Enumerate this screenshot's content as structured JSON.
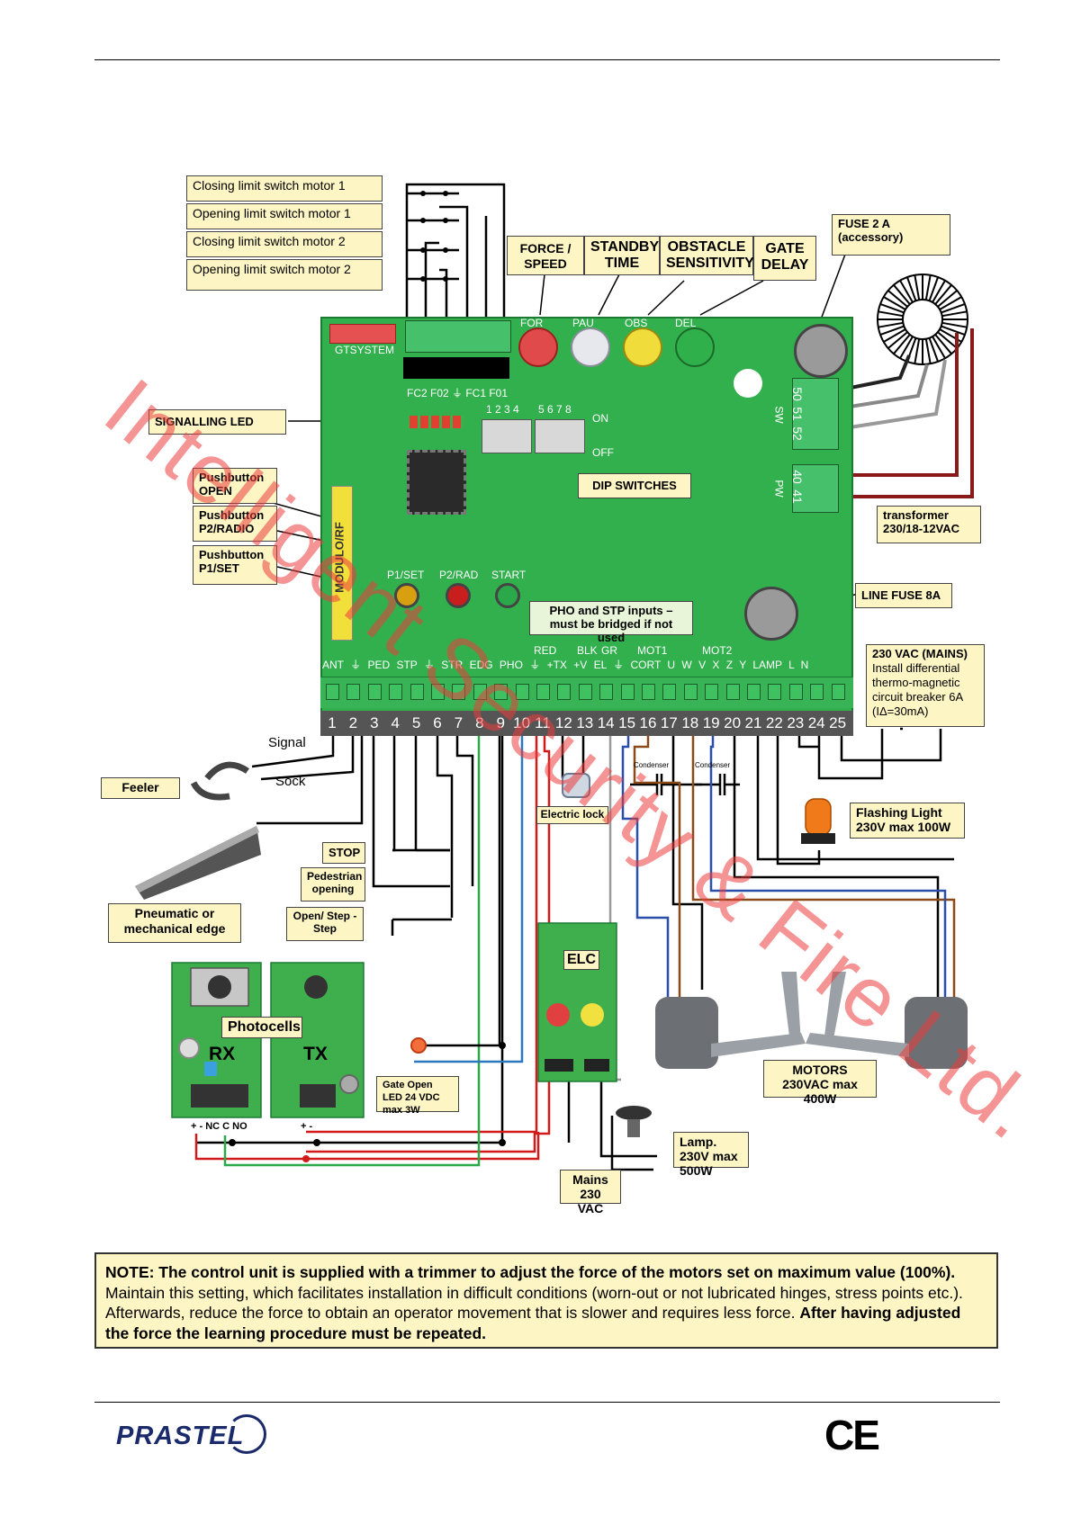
{
  "labels": {
    "closing_limit_1": "Closing limit switch motor 1",
    "opening_limit_1": "Opening limit switch motor 1",
    "closing_limit_2": "Closing limit switch motor  2",
    "opening_limit_2": "Opening limit switch motor 2",
    "force_speed": "FORCE / SPEED",
    "standby_time": "STANDBY TIME",
    "obstacle_sensitivity": "OBSTACLE SENSITIVITY",
    "gate_delay": "GATE DELAY",
    "fuse_2a": "FUSE 2 A",
    "fuse_2a_sub": "(accessory)",
    "signalling_led": "SIGNALLING LED",
    "dip_switches": "DIP SWITCHES",
    "pushbutton_open": "Pushbutton OPEN",
    "pushbutton_p2": "Pushbutton P2/RADIO",
    "pushbutton_p1": "Pushbutton P1/SET",
    "transformer": "transformer 230/18-12VAC",
    "line_fuse": "LINE FUSE 8A",
    "pho_stp": "PHO and STP inputs – must be bridged if not used",
    "mains_title": "230 VAC (MAINS)",
    "mains_body": "Install differential thermo-magnetic circuit breaker 6A (IΔ=30mA)",
    "signal": "Signal",
    "sock": "Sock",
    "feeler": "Feeler",
    "electric_lock": "Electric lock",
    "condenser": "Condenser",
    "flashing_light": "Flashing Light 230V max 100W",
    "stop": "STOP",
    "pedestrian": "Pedestrian opening",
    "open_step": "Open/ Step - Step",
    "pneumatic": "Pneumatic or mechanical edge",
    "photocells": "Photocells",
    "rx": "RX",
    "tx": "TX",
    "elc": "ELC",
    "gate_led": "Gate Open LED 24 VDC max 3W",
    "motors": "MOTORS 230VAC max 400W",
    "lamp": "Lamp. 230V max 500W",
    "mains": "Mains 230 VAC"
  },
  "board": {
    "brand": "GTSYSTEM",
    "fc_labels": "FC2 F02 ⏚ FC1 F01",
    "dip_1_4": "1 2 3 4",
    "dip_5_8": "5 6 7 8",
    "on": "ON",
    "off": "OFF",
    "trim_for": "FOR",
    "trim_pau": "PAU",
    "trim_obs": "OBS",
    "trim_del": "DEL",
    "module_rf": "MODULO/RF",
    "btn_p1": "P1/SET",
    "btn_p2": "P2/RAD",
    "btn_start": "START",
    "sw": "SW",
    "pw": "PW",
    "sw_terms": [
      "50",
      "51",
      "52"
    ],
    "pw_terms": [
      "40",
      "41"
    ],
    "red": "RED",
    "blk": "BLK",
    "gr": "GR",
    "mot1": "MOT1",
    "mot2": "MOT2",
    "terminal_labels": "ANT ⏚ PED STP ⏚ STR EDG PHO ⏚ +TX +V EL ⏚ CORT U W V X Z Y LAMP L N",
    "terminals": [
      "1",
      "2",
      "3",
      "4",
      "5",
      "6",
      "7",
      "8",
      "9",
      "10",
      "11",
      "12",
      "13",
      "14",
      "15",
      "16",
      "17",
      "18",
      "19",
      "20",
      "21",
      "22",
      "23",
      "24",
      "25"
    ]
  },
  "photocell_terminals": {
    "rx": "+ - NC C NO",
    "tx": "+ -"
  },
  "note": {
    "bold1": "NOTE: The control unit is supplied with a trimmer to adjust the force of the motors set on maximum value (100%).",
    "text1": "Maintain this setting, which facilitates installation in difficult conditions (worn-out or not lubricated hinges, stress points etc.). Afterwards, reduce the force to obtain an operator movement that is slower and requires less force.",
    "bold2": "After having adjusted the force the learning procedure must be repeated."
  },
  "watermark": "Intelligent Security & Fire Ltd.",
  "footer": {
    "logo": "PRASTEL",
    "ce": "CE"
  },
  "colors": {
    "board": "#33b04e",
    "label_bg": "#fdf5c4",
    "watermark": "#eb3c3c",
    "wire_red": "#d11a1a",
    "wire_blue": "#2a4fa8",
    "wire_brown": "#8a4a1a",
    "wire_green": "#2aa84a"
  }
}
